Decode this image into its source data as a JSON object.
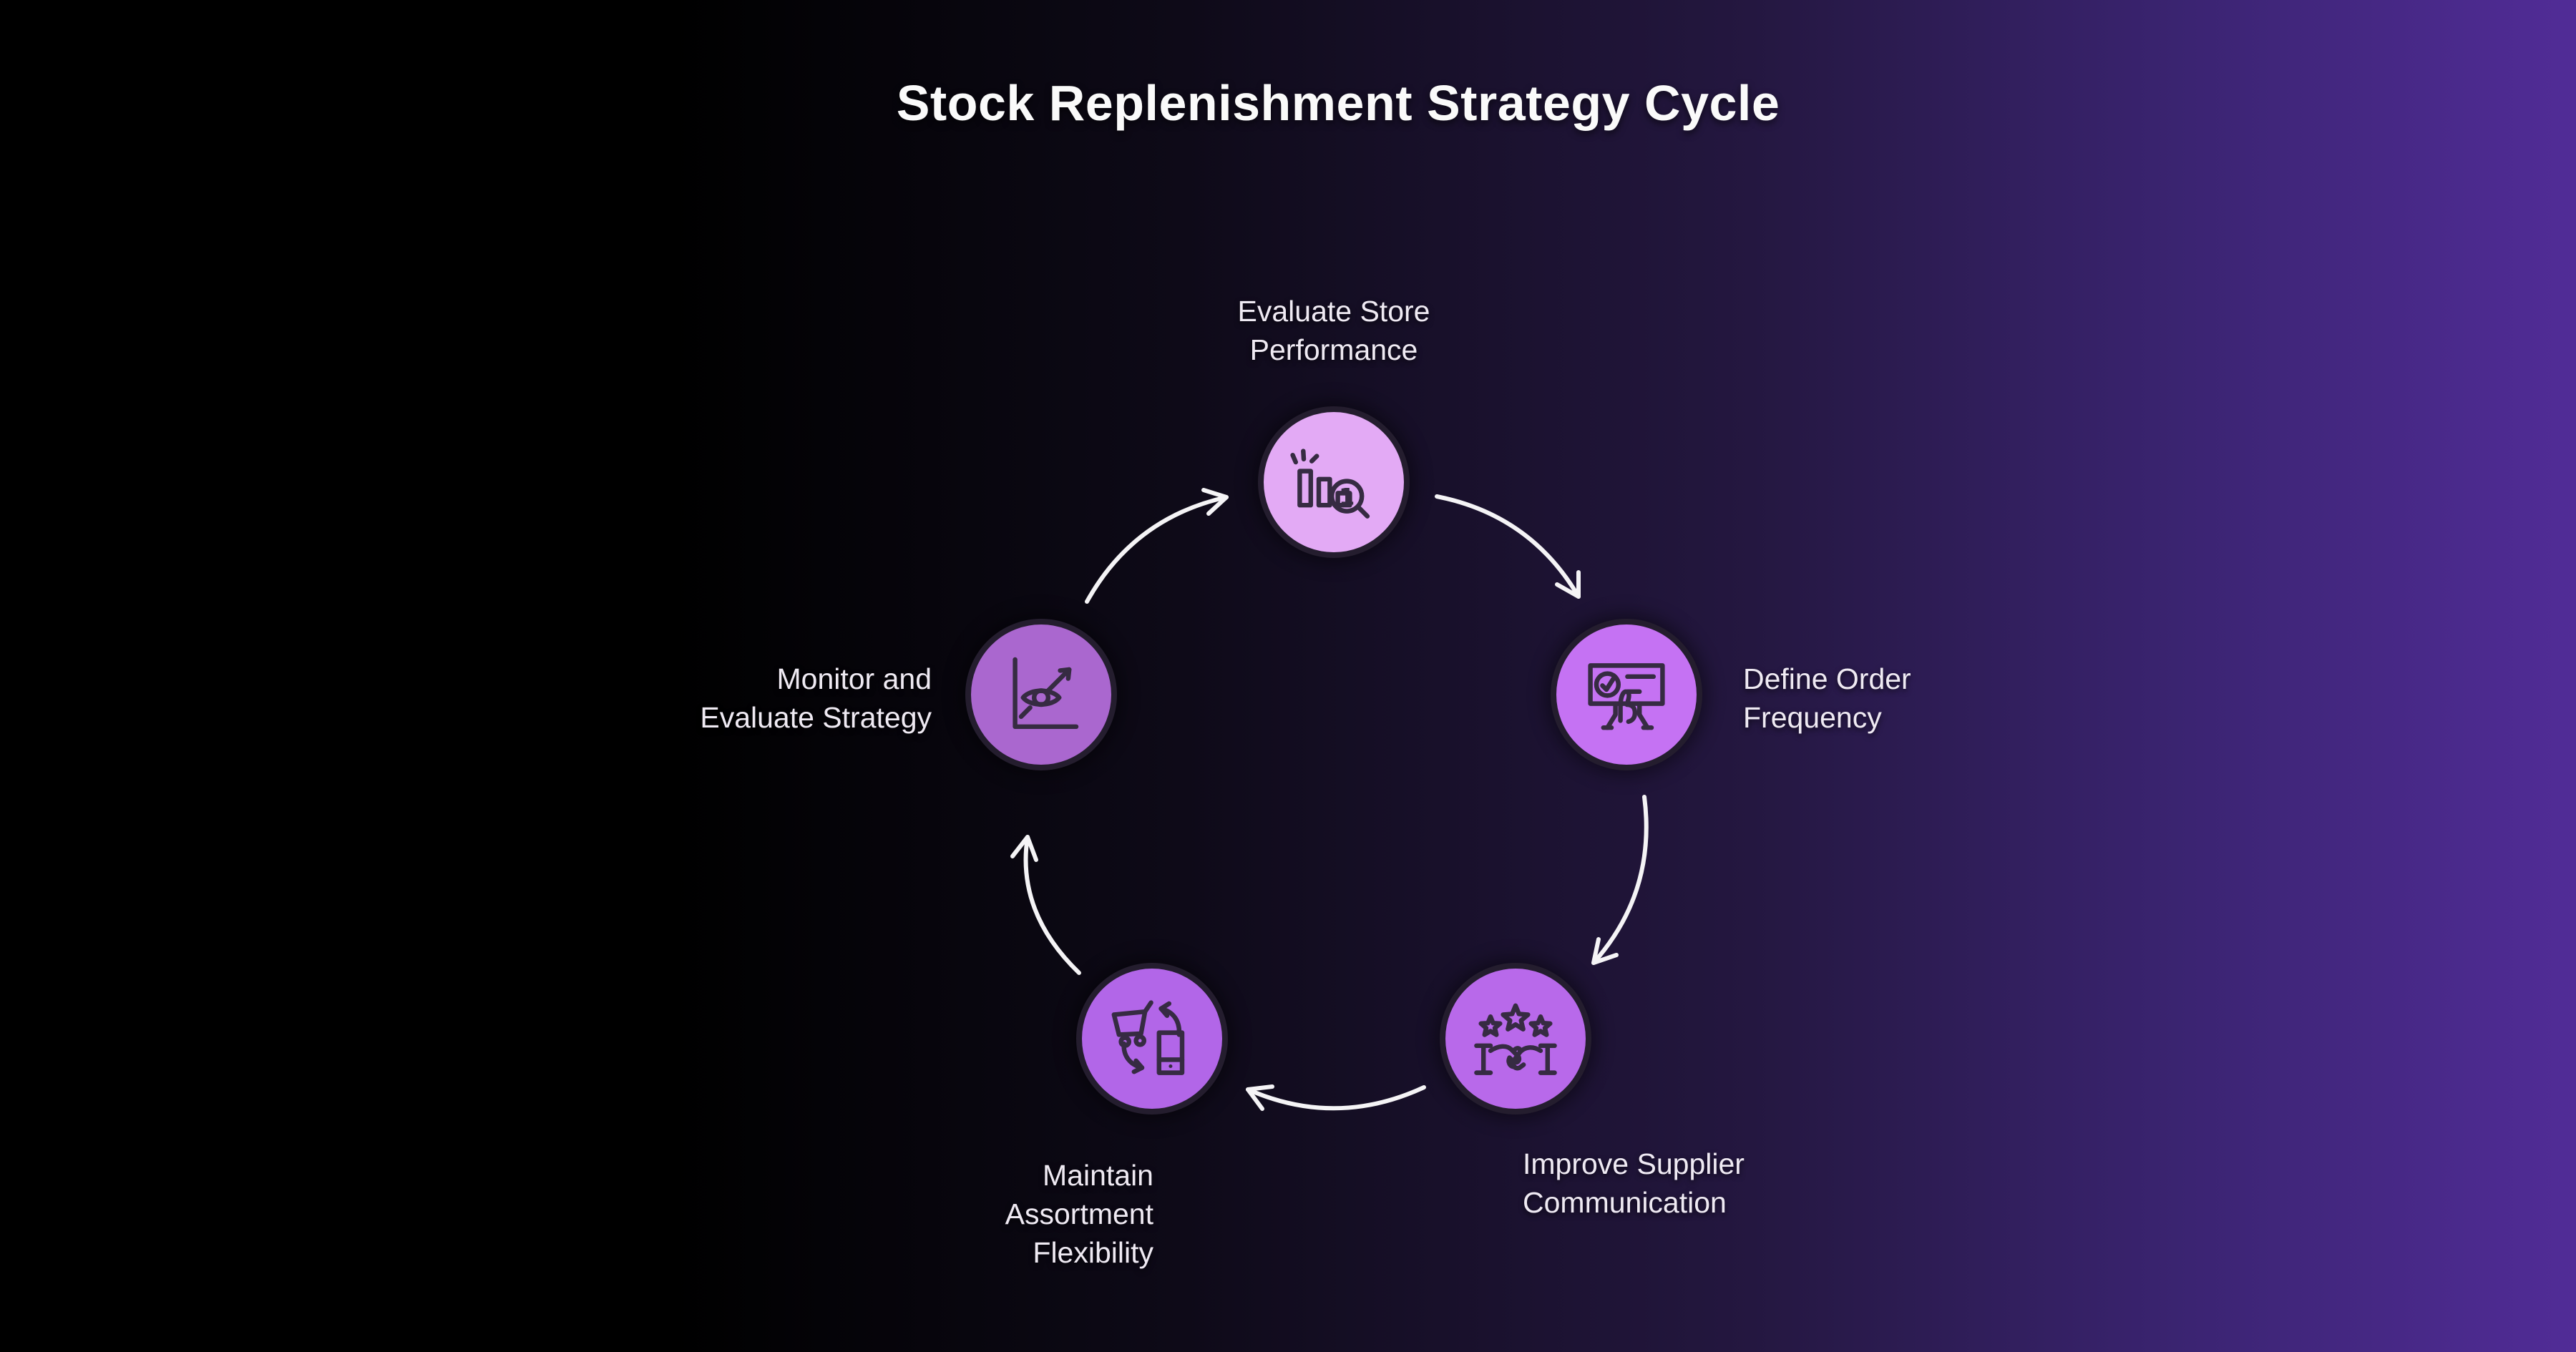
{
  "title": "Stock Replenishment Strategy Cycle",
  "background": {
    "gradient_left": "#000000",
    "gradient_right": "#512c97"
  },
  "text_color": "#efeaf3",
  "arrow_color": "#f5f4f6",
  "icon_stroke_color": "#362b42",
  "nodes": [
    {
      "id": "evaluate-store-performance",
      "lines": [
        "Evaluate Store",
        "Performance"
      ],
      "icon": "bar-chart-magnifier-icon",
      "fill": "#e3aaf5",
      "position": "top"
    },
    {
      "id": "define-order-frequency",
      "lines": [
        "Define Order",
        "Frequency"
      ],
      "icon": "presentation-clock-checklist-icon",
      "fill": "#c572f3",
      "position": "right"
    },
    {
      "id": "improve-supplier-communication",
      "lines": [
        "Improve Supplier",
        "Communication"
      ],
      "icon": "stars-handshake-icon",
      "fill": "#b869ea",
      "position": "bottom-right"
    },
    {
      "id": "maintain-assortment-flexibility",
      "lines": [
        "Maintain",
        "Assortment",
        "Flexibility"
      ],
      "icon": "cart-phone-sync-icon",
      "fill": "#b266e8",
      "position": "bottom-left"
    },
    {
      "id": "monitor-and-evaluate-strategy",
      "lines": [
        "Monitor and",
        "Evaluate Strategy"
      ],
      "icon": "chart-eye-arrow-icon",
      "fill": "#aa67cf",
      "position": "left"
    }
  ],
  "connections": [
    {
      "from": "monitor-and-evaluate-strategy",
      "to": "evaluate-store-performance"
    },
    {
      "from": "evaluate-store-performance",
      "to": "define-order-frequency"
    },
    {
      "from": "define-order-frequency",
      "to": "improve-supplier-communication"
    },
    {
      "from": "improve-supplier-communication",
      "to": "maintain-assortment-flexibility"
    },
    {
      "from": "maintain-assortment-flexibility",
      "to": "monitor-and-evaluate-strategy"
    }
  ]
}
